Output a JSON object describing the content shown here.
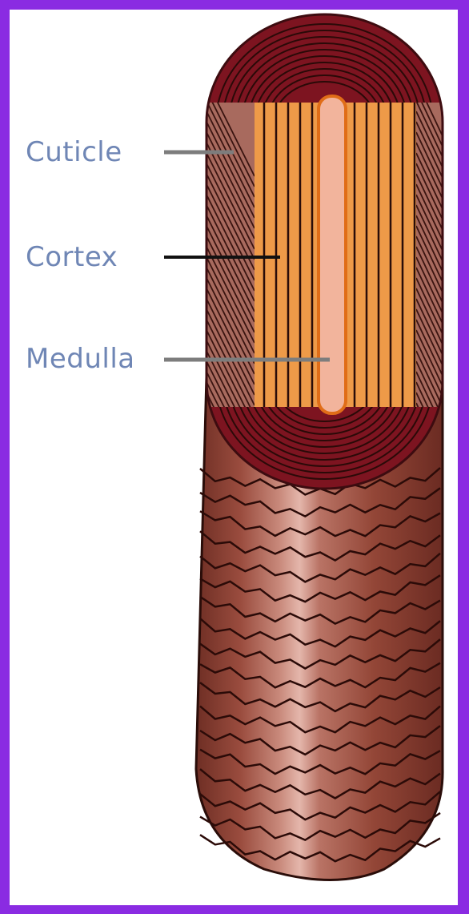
{
  "labels": {
    "cuticle": "Cuticle",
    "cortex": "Cortex",
    "medulla": "Medulla"
  },
  "colors": {
    "border": "#8a2be2",
    "background": "#ffffff",
    "label_text": "#6f86b5",
    "cuticle_dark": "#7d1420",
    "cuticle_brown": "#a86a5e",
    "cortex_orange": "#ee9a48",
    "medulla_pink": "#f2b49c",
    "shaft_brown": "#94493a",
    "shaft_highlight": "#d9a79c"
  }
}
